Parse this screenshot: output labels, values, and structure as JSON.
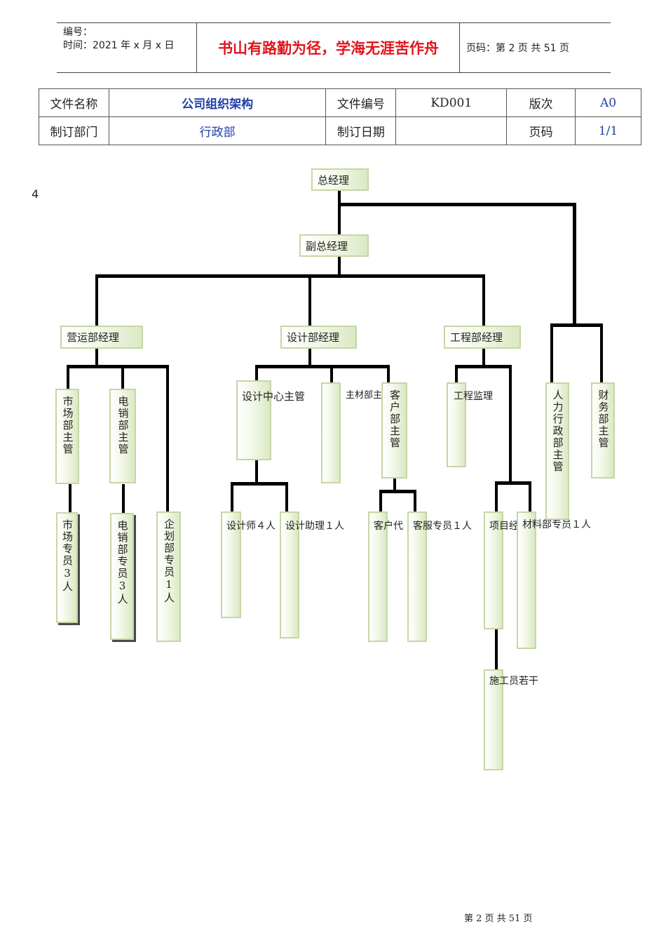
{
  "header": {
    "number_label": "编号：",
    "time_label": "时间：2021 年 x 月 x 日",
    "motto": "书山有路勤为径，学海无涯苦作舟",
    "page_info": "页码：第 2 页  共 51 页"
  },
  "info_table": {
    "file_name_label": "文件名称",
    "file_name": "公司组织架构",
    "file_no_label": "文件编号",
    "file_no": "KD001",
    "version_label": "版次",
    "version": "A0",
    "dept_label": "制订部门",
    "dept": "行政部",
    "date_label": "制订日期",
    "date": "",
    "page_label": "页码",
    "page": "1/1"
  },
  "side_number": "4",
  "org": {
    "gm": "总经理",
    "deputy_gm": "副总经理",
    "ops_manager": "营运部经理",
    "design_manager": "设计部经理",
    "eng_manager": "工程部经理",
    "market_supervisor": "市场部主管",
    "esales_supervisor": "电销部主管",
    "market_staff": "市场专员3人",
    "esales_staff": "电销部专员3人",
    "planning_staff": "企划部专员1人",
    "design_center_supervisor": "设计中心主管",
    "materials_supervisor": "主材部主管",
    "client_supervisor": "客户部主管",
    "designer": "设计师４人",
    "design_assistant": "设计助理１人",
    "client_rep": "客户代",
    "service_staff": "客服专员１人",
    "eng_supervisor": "工程监理",
    "project_manager": "项目经",
    "materials_staff": "材料部专员１人",
    "workers": "施工员若干",
    "hr_supervisor": "人力行政部主管",
    "finance_supervisor": "财务部主管"
  },
  "footer": "第  2  页  共  51  页"
}
